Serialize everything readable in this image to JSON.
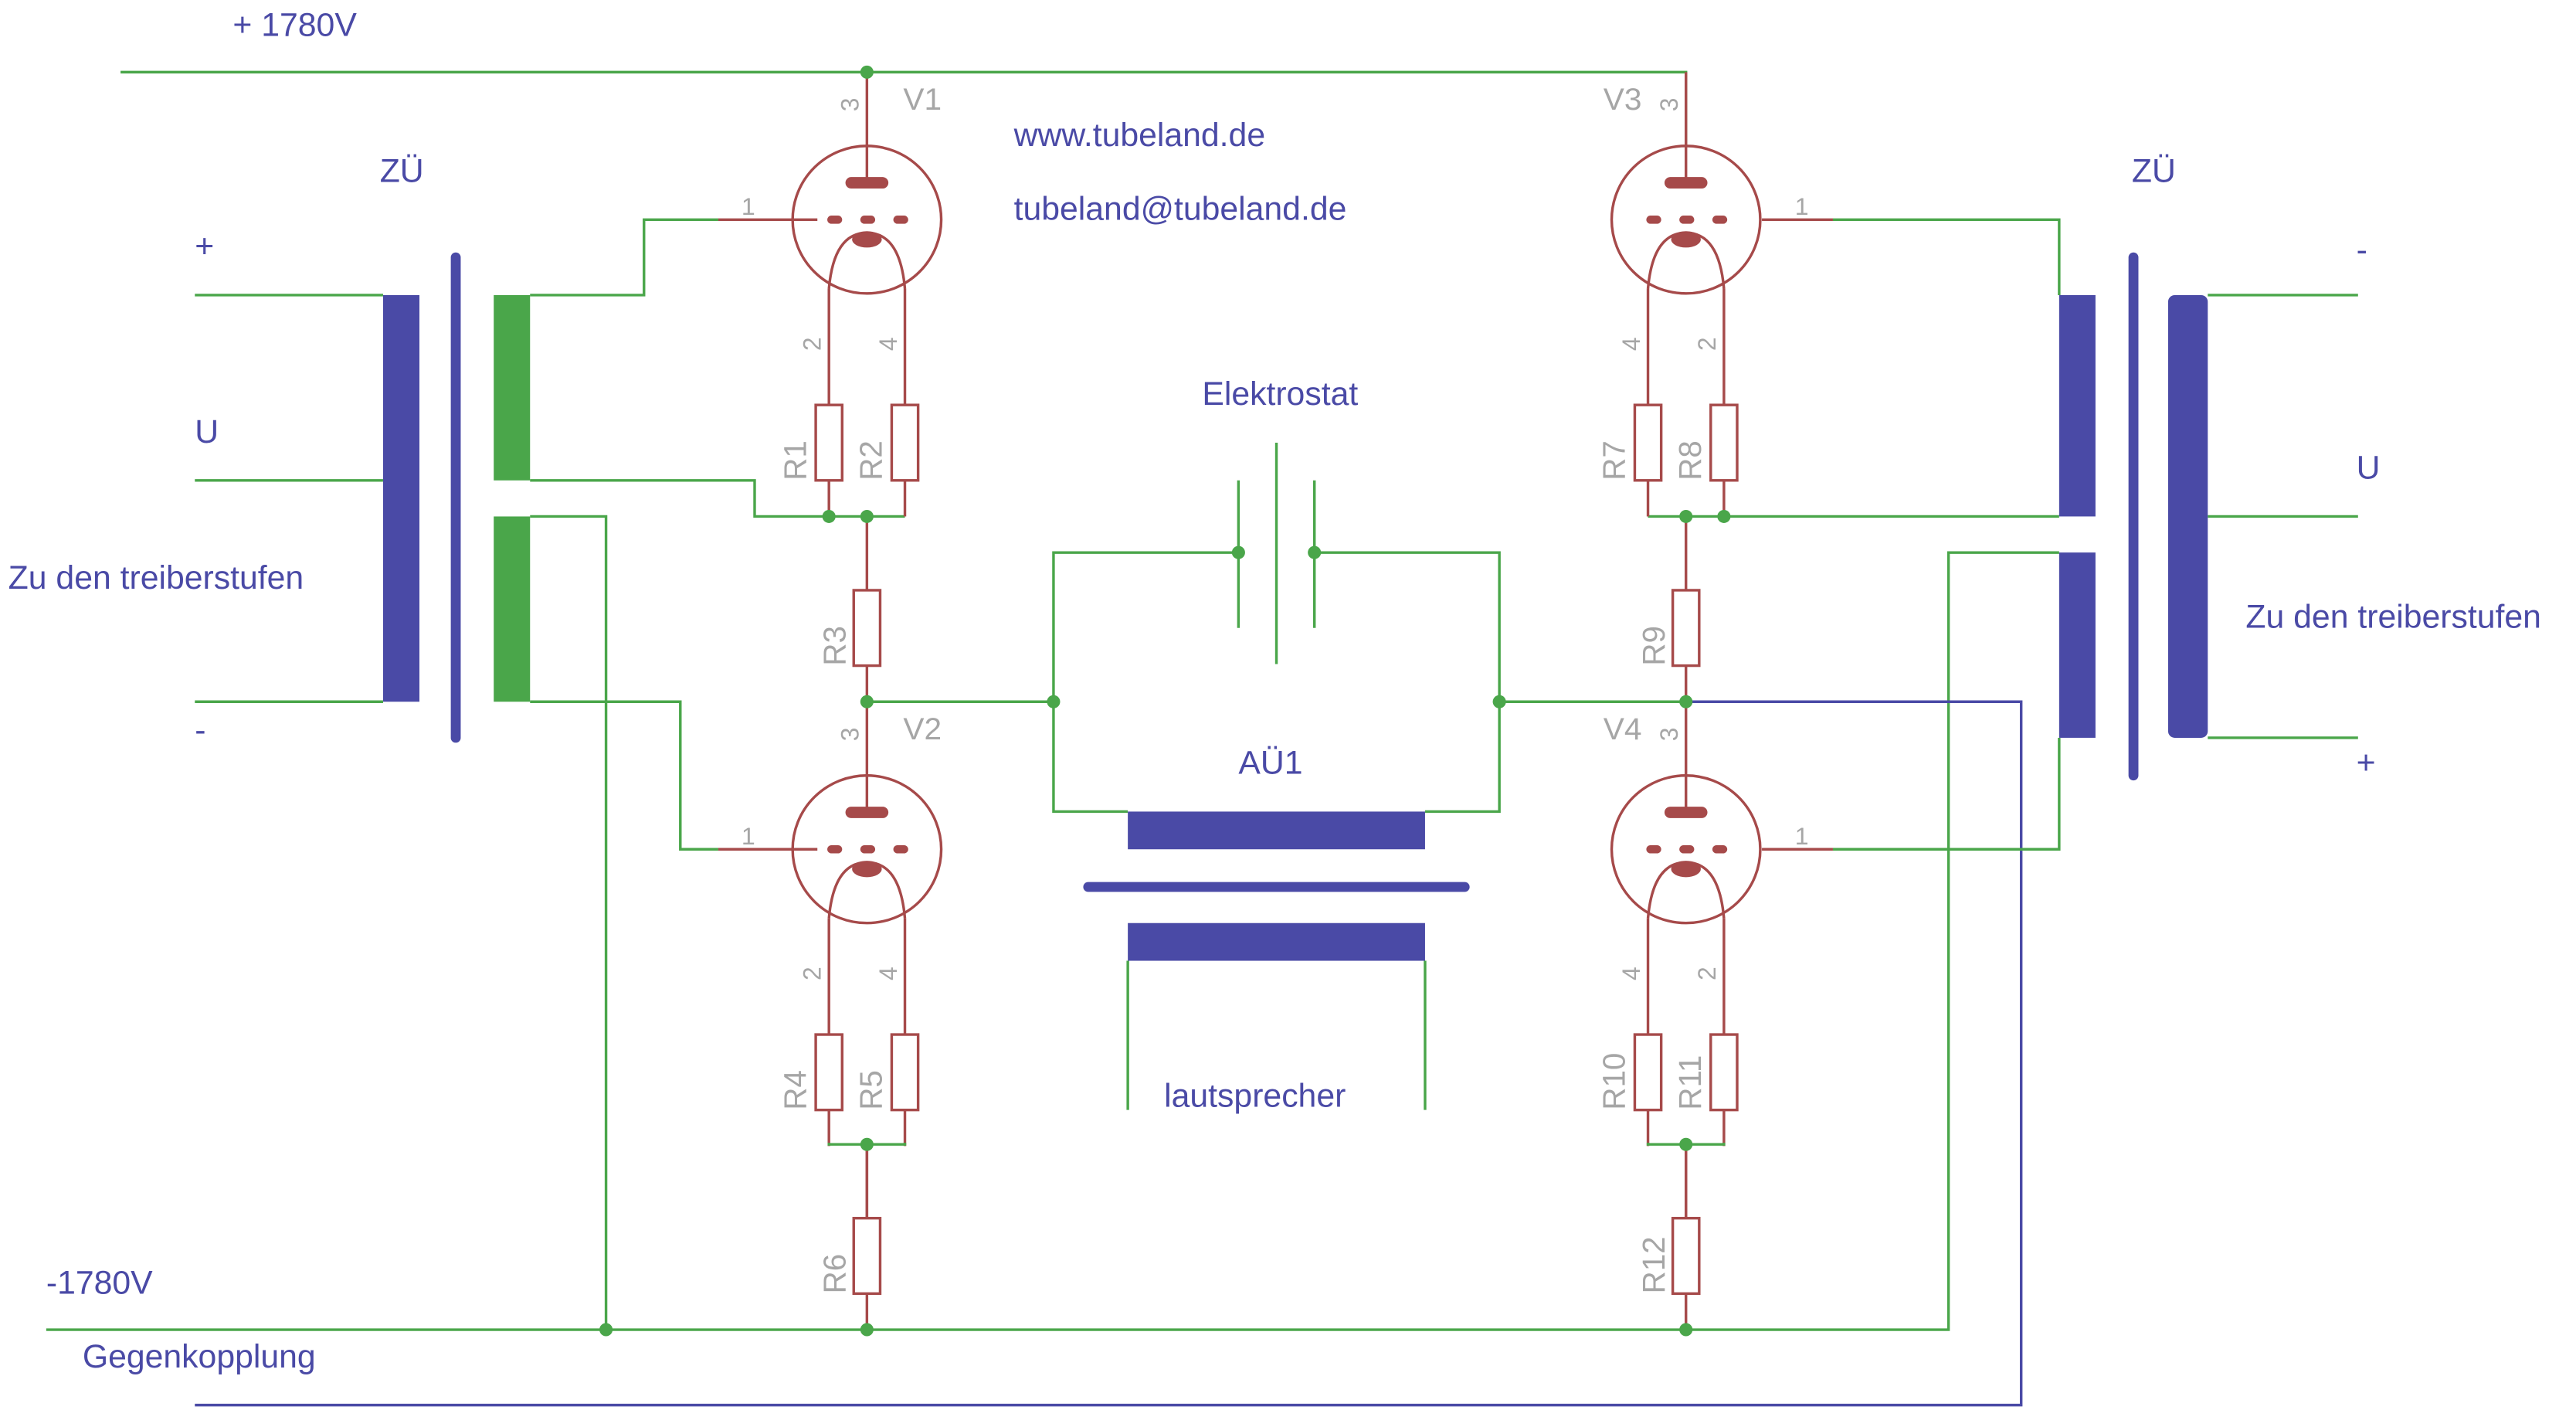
{
  "colors": {
    "wire": "#4aa64a",
    "component": "#4a4aa6",
    "tube": "#a64a4a",
    "reference": "#a6a6a6"
  },
  "labels": {
    "plus_supply": "+ 1780V",
    "minus_supply": "-1780V",
    "feedback": "Gegenkopplung",
    "website": "www.tubeland.de",
    "email": "tubeland@tubeland.de",
    "electrostat": "Elektrostat",
    "output_transformer": "AÜ1",
    "speaker": "lautsprecher"
  },
  "left_transformer": {
    "name": "ZÜ",
    "plus": "+",
    "u": "U",
    "minus": "-",
    "caption": "Zu den treiberstufen"
  },
  "right_transformer": {
    "name": "ZÜ",
    "minus": "-",
    "u": "U",
    "plus": "+",
    "caption": "Zu den treiberstufen"
  },
  "tubes": [
    {
      "name": "V1",
      "pins": [
        "1",
        "2",
        "3",
        "4"
      ]
    },
    {
      "name": "V2",
      "pins": [
        "1",
        "2",
        "3",
        "4"
      ]
    },
    {
      "name": "V3",
      "pins": [
        "1",
        "2",
        "3",
        "4"
      ]
    },
    {
      "name": "V4",
      "pins": [
        "1",
        "2",
        "3",
        "4"
      ]
    }
  ],
  "resistors": [
    "R1",
    "R2",
    "R3",
    "R4",
    "R5",
    "R6",
    "R7",
    "R8",
    "R9",
    "R10",
    "R11",
    "R12"
  ]
}
